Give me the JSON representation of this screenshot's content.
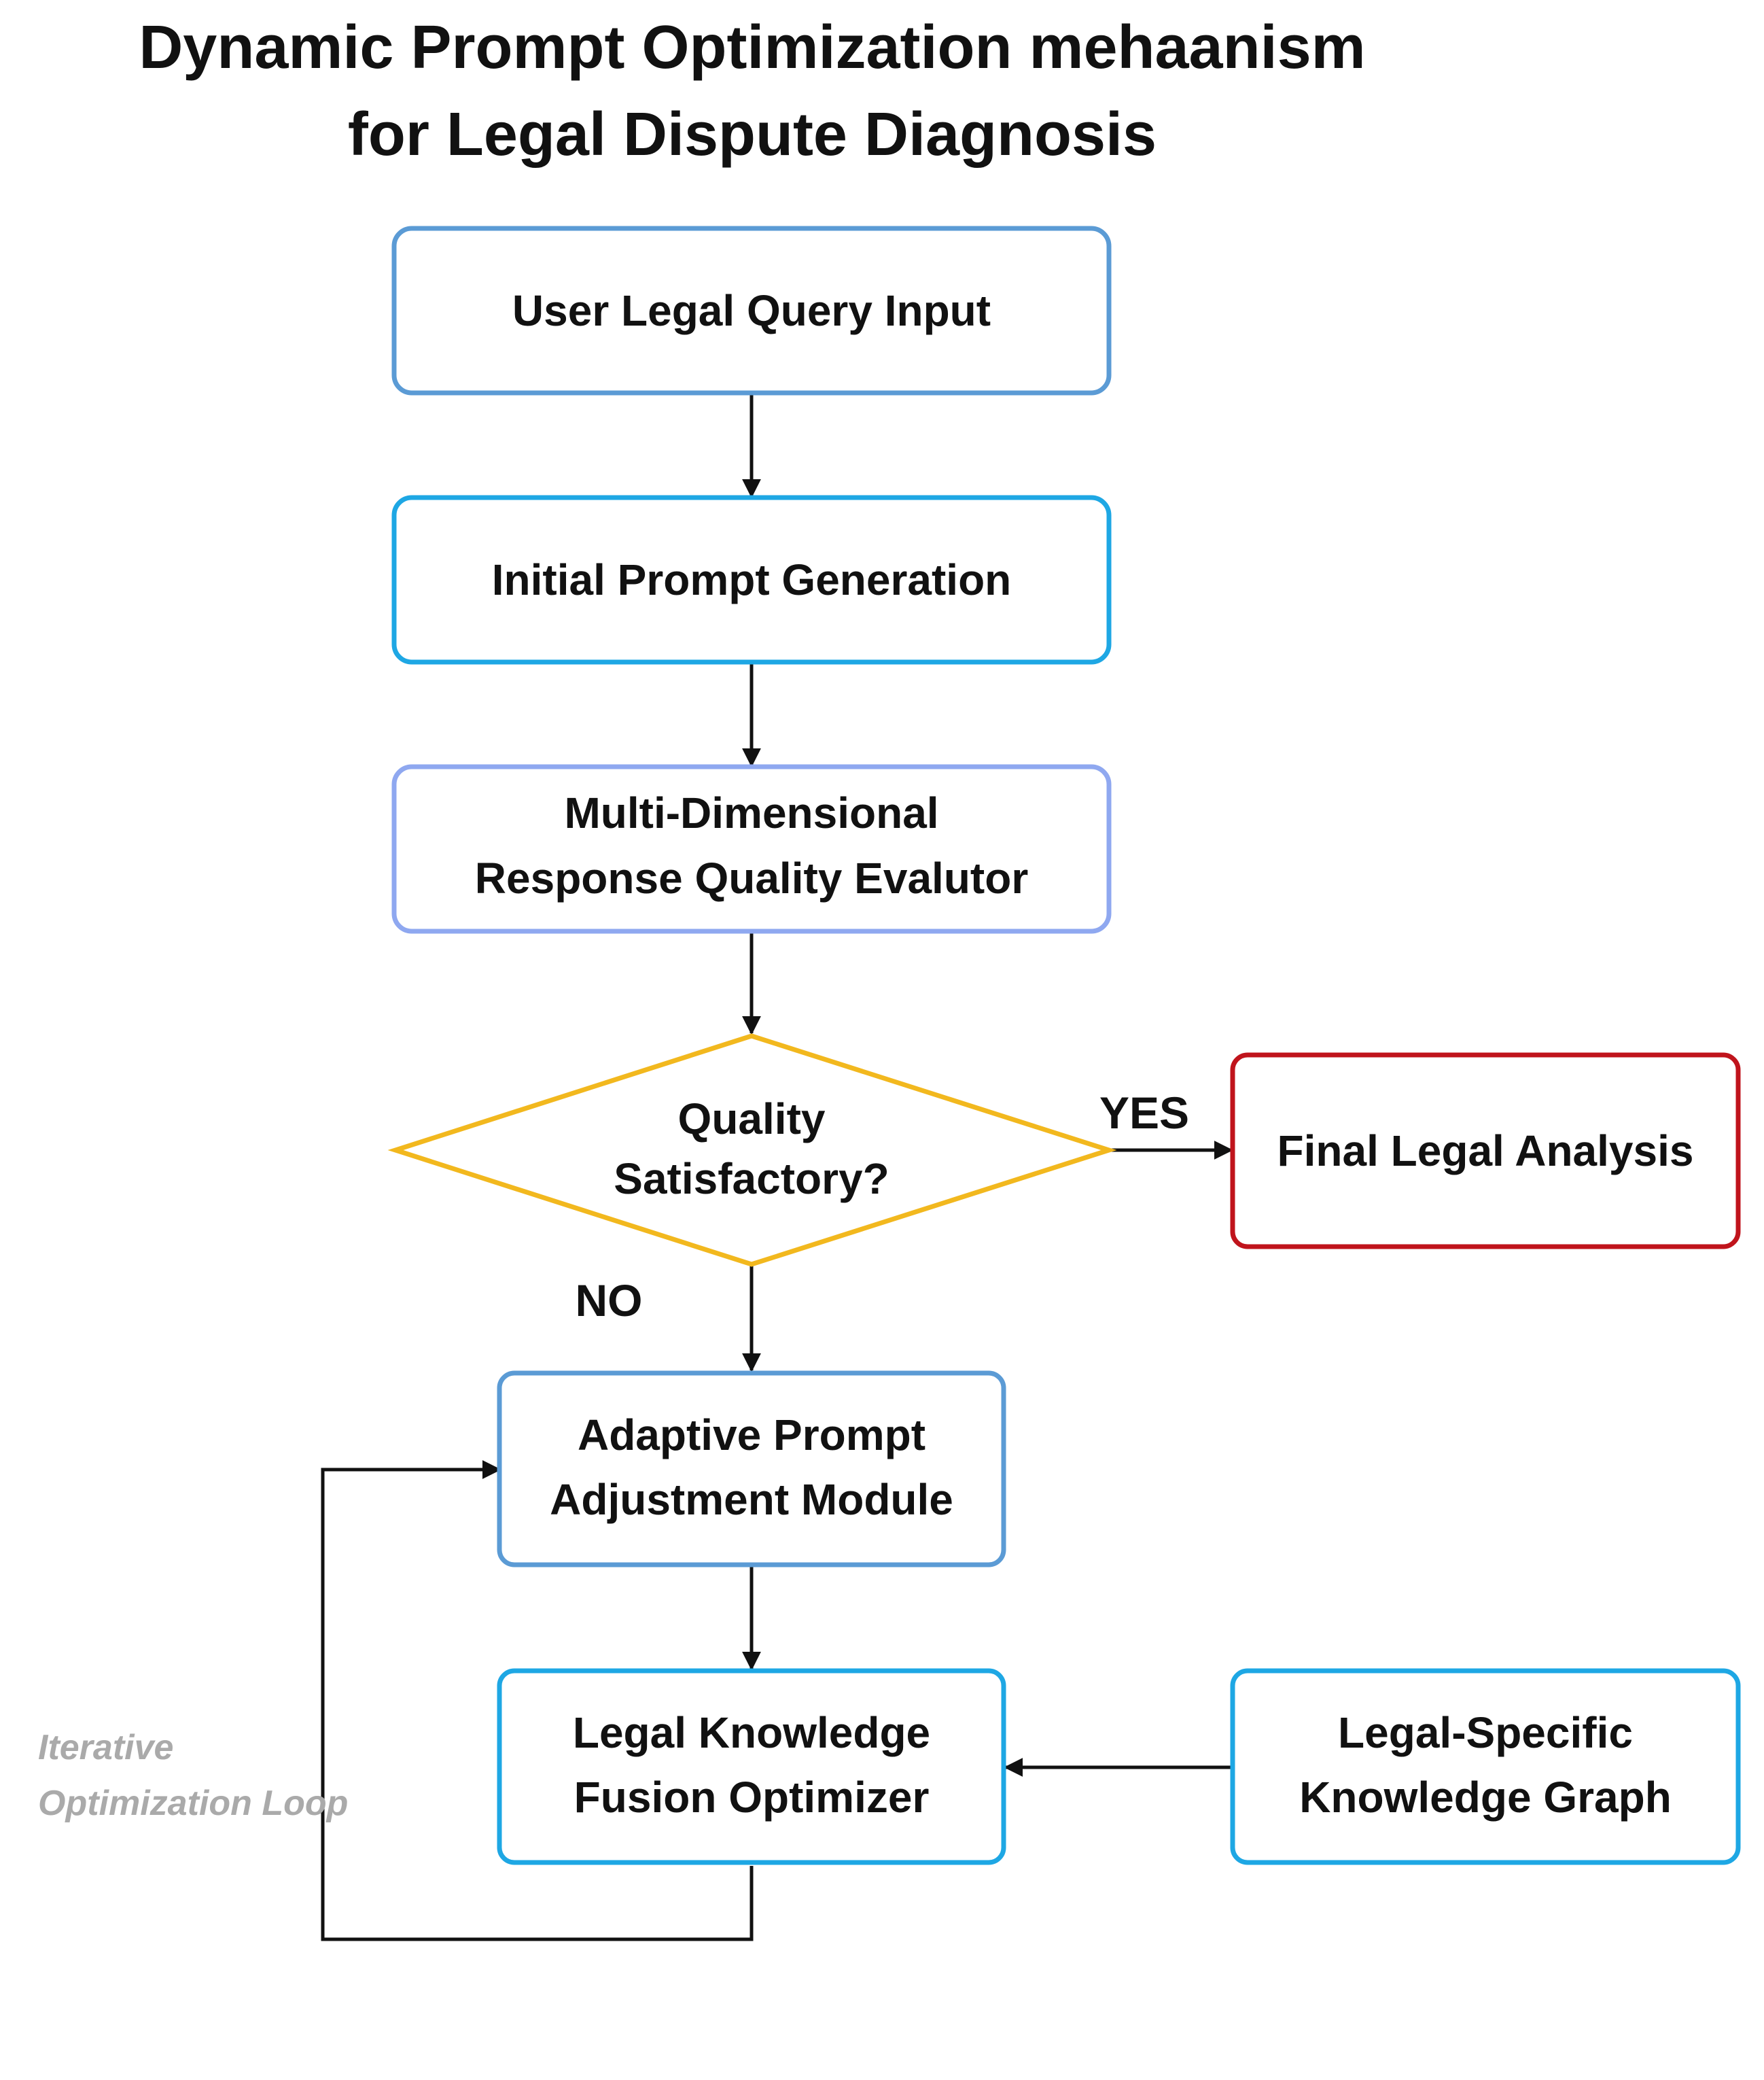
{
  "title": {
    "line1": "Dynamic Prompt Optimization mehaanism",
    "line2": "for Legal Dispute Diagnosis"
  },
  "nodes": {
    "user_query": {
      "label": "User Legal Query Input",
      "color": "#5b9bd5"
    },
    "initial_prompt": {
      "label": "Initial Prompt Generation",
      "color": "#1ea7e4"
    },
    "evaluator": {
      "line1": "Multi-Dimensional",
      "line2": "Response Quality Evalutor",
      "color": "#8fa8f0"
    },
    "decision": {
      "line1": "Quality",
      "line2": "Satisfactory?",
      "color": "#f2b81e"
    },
    "final_analysis": {
      "label": "Final Legal Analysis",
      "color": "#c0141c"
    },
    "adjustment": {
      "line1": "Adaptive Prompt",
      "line2": "Adjustment Module",
      "color": "#5b9bd5"
    },
    "fusion": {
      "line1": "Legal Knowledge",
      "line2": "Fusion Optimizer",
      "color": "#1ea7e4"
    },
    "knowledge_graph": {
      "line1": "Legal-Specific",
      "line2": "Knowledge Graph",
      "color": "#1ea7e4"
    }
  },
  "edges": {
    "yes_label": "YES",
    "yes_color": "#e2101c",
    "no_label": "NO",
    "no_color": "#1ea7e4",
    "loop_line1": "Iterative",
    "loop_line2": "Optimization Loop"
  }
}
